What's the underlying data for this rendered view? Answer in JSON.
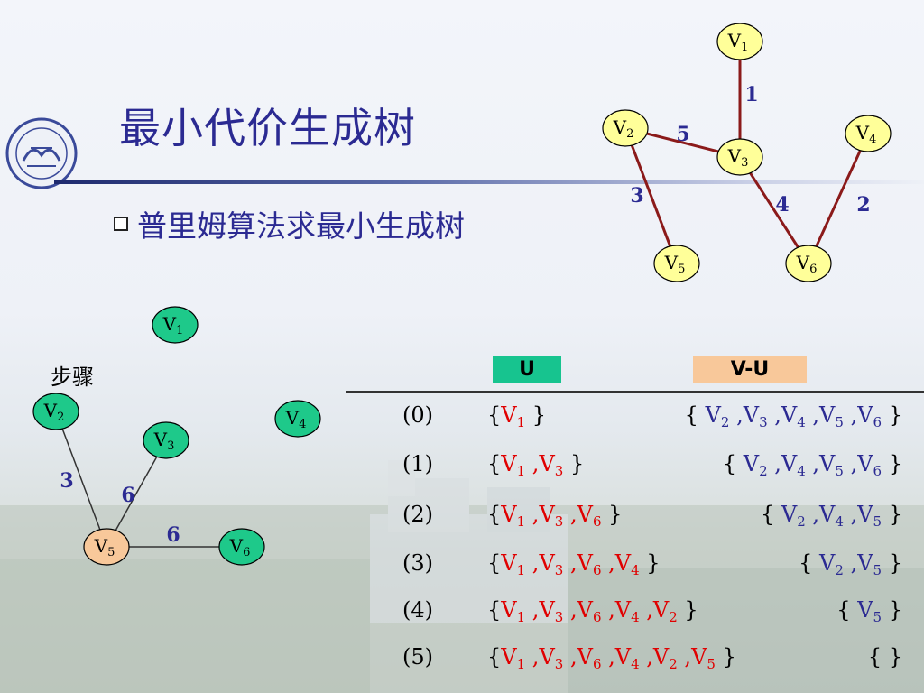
{
  "title": "最小代价生成树",
  "bullet": "普里姆算法求最小生成树",
  "top_graph": {
    "nodes": [
      {
        "id": "V1",
        "label": "V",
        "sub": "1"
      },
      {
        "id": "V2",
        "label": "V",
        "sub": "2"
      },
      {
        "id": "V3",
        "label": "V",
        "sub": "3"
      },
      {
        "id": "V4",
        "label": "V",
        "sub": "4"
      },
      {
        "id": "V5",
        "label": "V",
        "sub": "5"
      },
      {
        "id": "V6",
        "label": "V",
        "sub": "6"
      }
    ],
    "edges": [
      {
        "from": "V1",
        "to": "V3",
        "weight": "1"
      },
      {
        "from": "V2",
        "to": "V3",
        "weight": "5"
      },
      {
        "from": "V2",
        "to": "V5",
        "weight": "3"
      },
      {
        "from": "V3",
        "to": "V6",
        "weight": "4"
      },
      {
        "from": "V4",
        "to": "V6",
        "weight": "2"
      }
    ]
  },
  "bottom_graph": {
    "nodes": [
      {
        "id": "V1",
        "label": "V",
        "sub": "1"
      },
      {
        "id": "V2",
        "label": "V",
        "sub": "2"
      },
      {
        "id": "V3",
        "label": "V",
        "sub": "3"
      },
      {
        "id": "V4",
        "label": "V",
        "sub": "4"
      },
      {
        "id": "V5",
        "label": "V",
        "sub": "5"
      },
      {
        "id": "V6",
        "label": "V",
        "sub": "6"
      }
    ],
    "edges": [
      {
        "from": "V2",
        "to": "V5",
        "weight": "3"
      },
      {
        "from": "V3",
        "to": "V5",
        "weight": "6"
      },
      {
        "from": "V5",
        "to": "V6",
        "weight": "6"
      }
    ]
  },
  "table": {
    "header_step": "步骤",
    "header_u": "U",
    "header_vu": "V-U",
    "rows": [
      {
        "step": "(0)",
        "u": [
          "V1"
        ],
        "vu": [
          "V2",
          "V3",
          "V4",
          "V5",
          "V6"
        ]
      },
      {
        "step": "(1)",
        "u": [
          "V1",
          "V3"
        ],
        "vu": [
          "V2",
          "V4",
          "V5",
          "V6"
        ]
      },
      {
        "step": "(2)",
        "u": [
          "V1",
          "V3",
          "V6"
        ],
        "vu": [
          "V2",
          "V4",
          "V5"
        ]
      },
      {
        "step": "(3)",
        "u": [
          "V1",
          "V3",
          "V6",
          "V4"
        ],
        "vu": [
          "V2",
          "V5"
        ]
      },
      {
        "step": "(4)",
        "u": [
          "V1",
          "V3",
          "V6",
          "V4",
          "V2"
        ],
        "vu": [
          "V5"
        ]
      },
      {
        "step": "(5)",
        "u": [
          "V1",
          "V3",
          "V6",
          "V4",
          "V2",
          "V5"
        ],
        "vu": []
      }
    ]
  },
  "colors": {
    "title": "#2b2a92",
    "u_header": "#17c48f",
    "vu_header": "#f8c89a",
    "top_node_fill": "#ffff99",
    "bottom_node_fill": "#1ec98a",
    "bottom_v5_fill": "#f8c89a",
    "tree_edge": "#8b1a1a",
    "weight_text": "#2b2a92",
    "selected_vertex": "#e00000",
    "remaining_vertex": "#2b2a92"
  }
}
